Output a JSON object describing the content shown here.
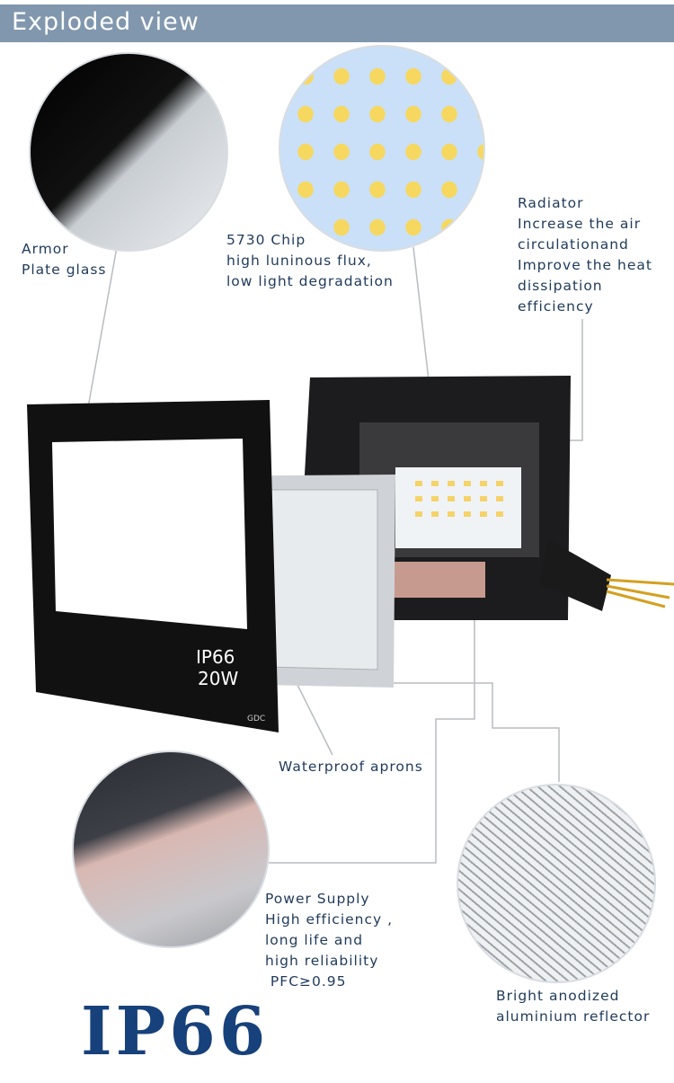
{
  "header": {
    "title": "Exploded view"
  },
  "labels": {
    "armor": "Armor\nPlate glass",
    "chip": "5730 Chip\nhigh luninous flux,\nlow light degradation",
    "radiator": "Radiator\nIncrease the air\ncirculationand\nImprove the heat\ndissipation\nefficiency",
    "aprons": "Waterproof aprons",
    "power": "Power Supply\nHigh efficiency ,\nlong life and\nhigh reliability\n PFC≥0.95",
    "reflector": "Bright anodized\naluminium reflector"
  },
  "product": {
    "rating": "IP66",
    "power": "20W",
    "brand": "GDC"
  },
  "badge": "IP66",
  "colors": {
    "header": "#8097ae",
    "text": "#1f3a5a",
    "badge": "#17417a"
  }
}
